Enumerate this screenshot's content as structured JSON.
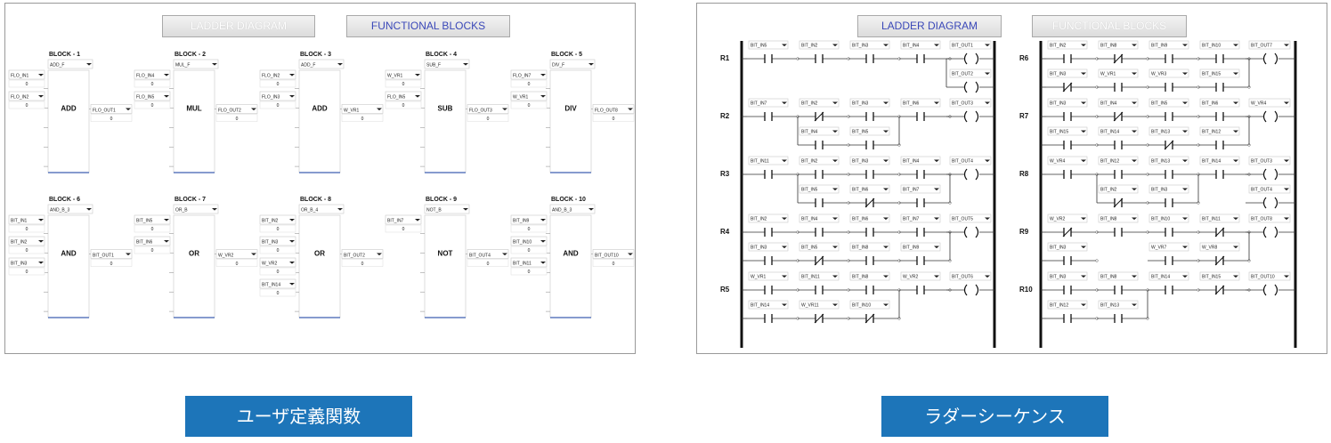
{
  "left_panel": {
    "tabs": {
      "ladder": "LADDER DIAGRAM",
      "functional": "FUNCTIONAL BLOCKS"
    },
    "blocks": [
      {
        "title": "BLOCK - 1",
        "type": "ADD_F",
        "op": "ADD",
        "inputs": [
          {
            "name": "FLO_IN1",
            "value": "0"
          },
          {
            "name": "FLO_IN2",
            "value": "0"
          }
        ],
        "output": {
          "name": "FLO_OUT1",
          "value": "0"
        }
      },
      {
        "title": "BLOCK - 2",
        "type": "MUL_F",
        "op": "MUL",
        "inputs": [
          {
            "name": "FLO_IN4",
            "value": "0"
          },
          {
            "name": "FLO_IN5",
            "value": "0"
          }
        ],
        "output": {
          "name": "FLO_OUT2",
          "value": "0"
        }
      },
      {
        "title": "BLOCK - 3",
        "type": "ADD_F",
        "op": "ADD",
        "inputs": [
          {
            "name": "FLO_IN2",
            "value": "0"
          },
          {
            "name": "FLO_IN3",
            "value": "0"
          }
        ],
        "output": {
          "name": "W_VR1",
          "value": "0"
        }
      },
      {
        "title": "BLOCK - 4",
        "type": "SUB_F",
        "op": "SUB",
        "inputs": [
          {
            "name": "W_VR1",
            "value": "0"
          },
          {
            "name": "FLO_IN5",
            "value": "0"
          }
        ],
        "output": {
          "name": "FLO_OUT3",
          "value": "0"
        }
      },
      {
        "title": "BLOCK - 5",
        "type": "DIV_F",
        "op": "DIV",
        "inputs": [
          {
            "name": "FLO_IN7",
            "value": "0"
          },
          {
            "name": "W_VR1",
            "value": "0"
          }
        ],
        "output": {
          "name": "FLO_OUT8",
          "value": "0"
        }
      },
      {
        "title": "BLOCK - 6",
        "type": "AND_B_3",
        "op": "AND",
        "inputs": [
          {
            "name": "BIT_IN1",
            "value": "0"
          },
          {
            "name": "BIT_IN2",
            "value": "0"
          },
          {
            "name": "BIT_IN3",
            "value": "0"
          }
        ],
        "output": {
          "name": "BIT_OUT1",
          "value": "0"
        }
      },
      {
        "title": "BLOCK - 7",
        "type": "OR_B",
        "op": "OR",
        "inputs": [
          {
            "name": "BIT_IN5",
            "value": "0"
          },
          {
            "name": "BIT_IN6",
            "value": "0"
          }
        ],
        "output": {
          "name": "W_VR2",
          "value": "0"
        }
      },
      {
        "title": "BLOCK - 8",
        "type": "OR_B_4",
        "op": "OR",
        "inputs": [
          {
            "name": "BIT_IN2",
            "value": "0"
          },
          {
            "name": "BIT_IN3",
            "value": "0"
          },
          {
            "name": "W_VR2",
            "value": "0"
          },
          {
            "name": "BIT_IN14",
            "value": "0"
          }
        ],
        "output": {
          "name": "BIT_OUT2",
          "value": "0"
        }
      },
      {
        "title": "BLOCK - 9",
        "type": "NOT_B",
        "op": "NOT",
        "inputs": [
          {
            "name": "BIT_IN7",
            "value": "0"
          }
        ],
        "output": {
          "name": "BIT_OUT4",
          "value": "0"
        }
      },
      {
        "title": "BLOCK - 10",
        "type": "AND_B_3",
        "op": "AND",
        "inputs": [
          {
            "name": "BIT_IN9",
            "value": "0"
          },
          {
            "name": "BIT_IN10",
            "value": "0"
          },
          {
            "name": "BIT_IN11",
            "value": "0"
          }
        ],
        "output": {
          "name": "BIT_OUT10",
          "value": "0"
        }
      }
    ]
  },
  "right_panel": {
    "tabs": {
      "ladder": "LADDER DIAGRAM",
      "functional": "FUNCTIONAL BLOCKS"
    },
    "rungs": [
      {
        "label": "R1",
        "rows": [
          {
            "contacts": [
              {
                "n": "BIT_IN5",
                "nc": false
              },
              {
                "n": "BIT_IN2",
                "nc": false
              },
              {
                "n": "BIT_IN3",
                "nc": false
              },
              {
                "n": "BIT_IN4",
                "nc": false
              }
            ],
            "coil": "BIT_OUT1"
          },
          {
            "contacts": [
              null,
              null,
              null,
              null
            ],
            "coil": "BIT_OUT2"
          }
        ]
      },
      {
        "label": "R2",
        "rows": [
          {
            "contacts": [
              {
                "n": "BIT_IN7",
                "nc": false
              },
              {
                "n": "BIT_IN2",
                "nc": true
              },
              {
                "n": "BIT_IN3",
                "nc": false
              },
              {
                "n": "BIT_IN6",
                "nc": false
              }
            ],
            "coil": "BIT_OUT3"
          },
          {
            "contacts": [
              null,
              {
                "n": "BIT_IN4",
                "nc": false
              },
              {
                "n": "BIT_IN5",
                "nc": false
              },
              null
            ],
            "coil": null
          }
        ]
      },
      {
        "label": "R3",
        "rows": [
          {
            "contacts": [
              {
                "n": "BIT_IN11",
                "nc": false
              },
              {
                "n": "BIT_IN2",
                "nc": false
              },
              {
                "n": "BIT_IN3",
                "nc": false
              },
              {
                "n": "BIT_IN4",
                "nc": false
              }
            ],
            "coil": "BIT_OUT4"
          },
          {
            "contacts": [
              null,
              {
                "n": "BIT_IN5",
                "nc": false
              },
              {
                "n": "BIT_IN6",
                "nc": true
              },
              {
                "n": "BIT_IN7",
                "nc": false
              }
            ],
            "coil": null
          }
        ]
      },
      {
        "label": "R4",
        "rows": [
          {
            "contacts": [
              {
                "n": "BIT_IN2",
                "nc": false
              },
              {
                "n": "BIT_IN4",
                "nc": false
              },
              {
                "n": "BIT_IN6",
                "nc": false
              },
              {
                "n": "BIT_IN7",
                "nc": false
              }
            ],
            "coil": "BIT_OUT5"
          },
          {
            "contacts": [
              {
                "n": "BIT_IN3",
                "nc": false
              },
              {
                "n": "BIT_IN5",
                "nc": true
              },
              {
                "n": "BIT_IN8",
                "nc": false
              },
              {
                "n": "BIT_IN9",
                "nc": false
              }
            ],
            "coil": null
          }
        ]
      },
      {
        "label": "R5",
        "rows": [
          {
            "contacts": [
              {
                "n": "W_VR1",
                "nc": false
              },
              {
                "n": "BIT_IN11",
                "nc": false
              },
              {
                "n": "BIT_IN8",
                "nc": false
              },
              {
                "n": "W_VR2",
                "nc": false
              }
            ],
            "coil": "BIT_OUT6"
          },
          {
            "contacts": [
              {
                "n": "BIT_IN14",
                "nc": false
              },
              {
                "n": "W_VR11",
                "nc": true
              },
              {
                "n": "BIT_IN10",
                "nc": true
              },
              null
            ],
            "coil": null
          }
        ]
      },
      {
        "label": "R6",
        "rows": [
          {
            "contacts": [
              {
                "n": "BIT_IN2",
                "nc": false
              },
              {
                "n": "BIT_IN8",
                "nc": true
              },
              {
                "n": "BIT_IN9",
                "nc": false
              },
              {
                "n": "BIT_IN10",
                "nc": false
              }
            ],
            "coil": "BIT_OUT7"
          },
          {
            "contacts": [
              {
                "n": "BIT_IN3",
                "nc": true
              },
              {
                "n": "W_VR1",
                "nc": false
              },
              {
                "n": "W_VR3",
                "nc": false
              },
              {
                "n": "BIT_IN15",
                "nc": false
              }
            ],
            "coil": null
          }
        ]
      },
      {
        "label": "R7",
        "rows": [
          {
            "contacts": [
              {
                "n": "BIT_IN3",
                "nc": false
              },
              {
                "n": "BIT_IN4",
                "nc": true
              },
              {
                "n": "BIT_IN5",
                "nc": false
              },
              {
                "n": "BIT_IN6",
                "nc": false
              }
            ],
            "coil": "W_VR4"
          },
          {
            "contacts": [
              {
                "n": "BIT_IN15",
                "nc": false
              },
              {
                "n": "BIT_IN14",
                "nc": false
              },
              {
                "n": "BIT_IN13",
                "nc": true
              },
              {
                "n": "BIT_IN12",
                "nc": false
              }
            ],
            "coil": null
          }
        ]
      },
      {
        "label": "R8",
        "rows": [
          {
            "contacts": [
              {
                "n": "W_VR4",
                "nc": false
              },
              {
                "n": "BIT_IN12",
                "nc": false
              },
              {
                "n": "BIT_IN13",
                "nc": false
              },
              {
                "n": "BIT_IN14",
                "nc": false
              }
            ],
            "coil": "BIT_OUT3"
          },
          {
            "contacts": [
              null,
              {
                "n": "BIT_IN2",
                "nc": true
              },
              {
                "n": "BIT_IN3",
                "nc": false
              },
              null
            ],
            "coil": "BIT_OUT4"
          }
        ]
      },
      {
        "label": "R9",
        "rows": [
          {
            "contacts": [
              {
                "n": "W_VR2",
                "nc": true
              },
              {
                "n": "BIT_IN8",
                "nc": false
              },
              {
                "n": "BIT_IN10",
                "nc": false
              },
              {
                "n": "BIT_IN11",
                "nc": true
              }
            ],
            "coil": "BIT_OUT8"
          },
          {
            "contacts": [
              {
                "n": "BIT_IN3",
                "nc": false
              },
              null,
              {
                "n": "W_VR7",
                "nc": false
              },
              {
                "n": "W_VR8",
                "nc": true
              }
            ],
            "coil": null
          }
        ]
      },
      {
        "label": "R10",
        "rows": [
          {
            "contacts": [
              {
                "n": "BIT_IN3",
                "nc": false
              },
              {
                "n": "BIT_IN8",
                "nc": false
              },
              {
                "n": "BIT_IN14",
                "nc": false
              },
              {
                "n": "BIT_IN15",
                "nc": true
              }
            ],
            "coil": "BIT_OUT10"
          },
          {
            "contacts": [
              {
                "n": "BIT_IN12",
                "nc": false
              },
              {
                "n": "BIT_IN13",
                "nc": false
              },
              null,
              null
            ],
            "coil": null
          }
        ]
      }
    ]
  },
  "captions": {
    "left": "ユーザ定義関数",
    "right": "ラダーシーケンス"
  }
}
